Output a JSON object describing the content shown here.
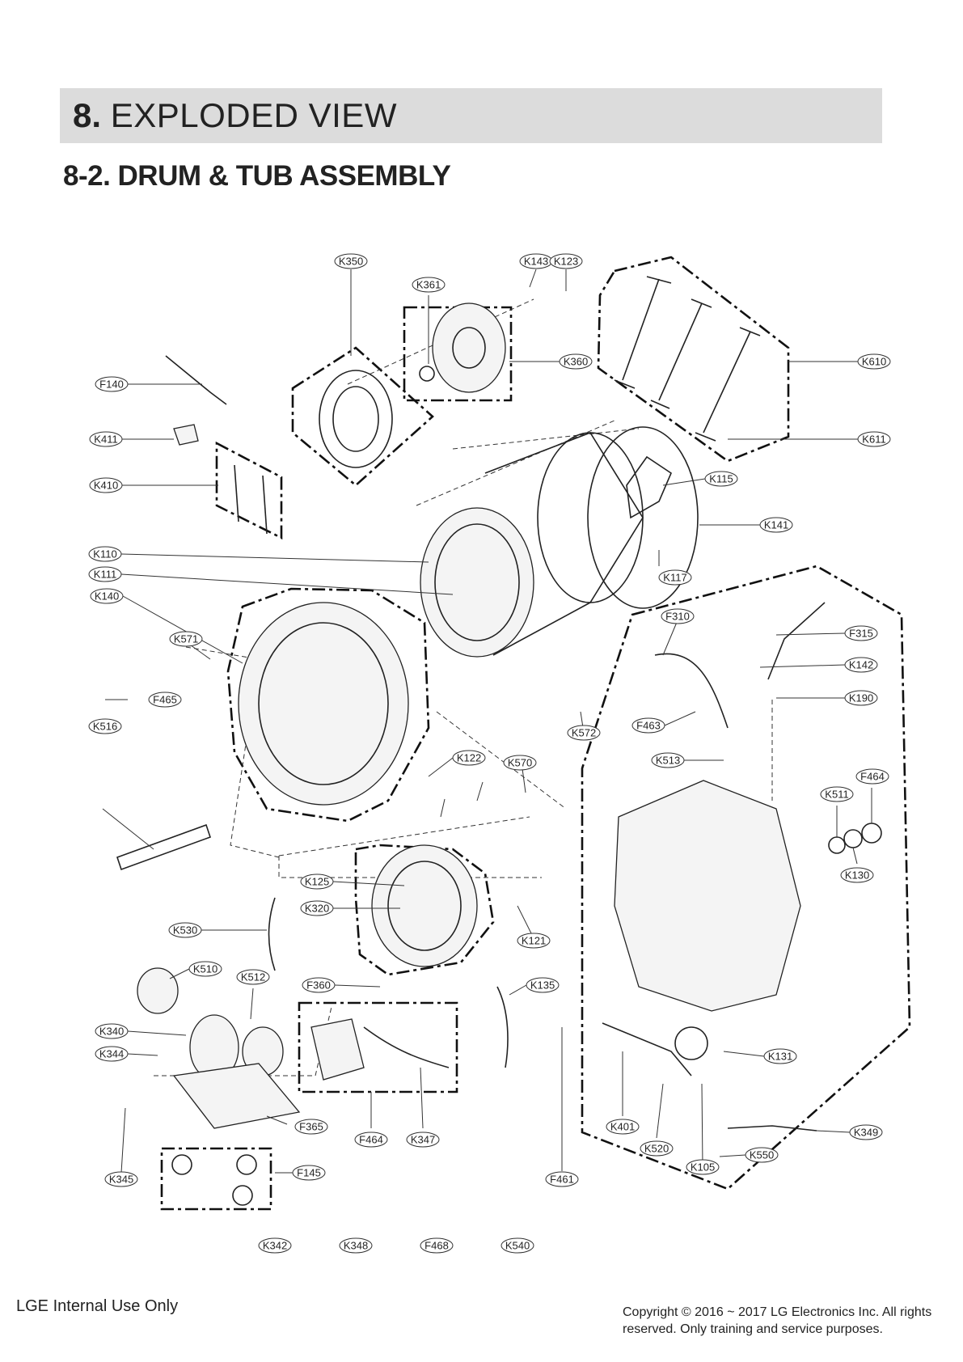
{
  "header": {
    "number": "8.",
    "title": "EXPLODED VIEW",
    "subtitle": "8-2. DRUM & TUB ASSEMBLY"
  },
  "footer": {
    "left": "LGE Internal Use Only",
    "right": "Copyright © 2016 ~ 2017 LG Electronics Inc. All rights reserved. Only training and service purposes."
  },
  "callouts": [
    "K350",
    "K143",
    "K123",
    "K361",
    "K360",
    "K610",
    "K611",
    "F140",
    "K411",
    "K410",
    "K115",
    "K141",
    "K110",
    "K111",
    "K117",
    "K140",
    "F310",
    "F315",
    "K571",
    "K142",
    "F465",
    "K190",
    "K572",
    "F463",
    "F464",
    "K570",
    "K513",
    "K511",
    "K516",
    "K122",
    "K130",
    "K125",
    "K320",
    "K530",
    "K121",
    "K510",
    "K512",
    "F360",
    "K135",
    "K340",
    "K344",
    "K131",
    "F365",
    "K401",
    "K349",
    "F464",
    "K347",
    "K520",
    "K550",
    "K345",
    "F145",
    "F461",
    "K105",
    "K342",
    "K348",
    "F468",
    "K540"
  ]
}
